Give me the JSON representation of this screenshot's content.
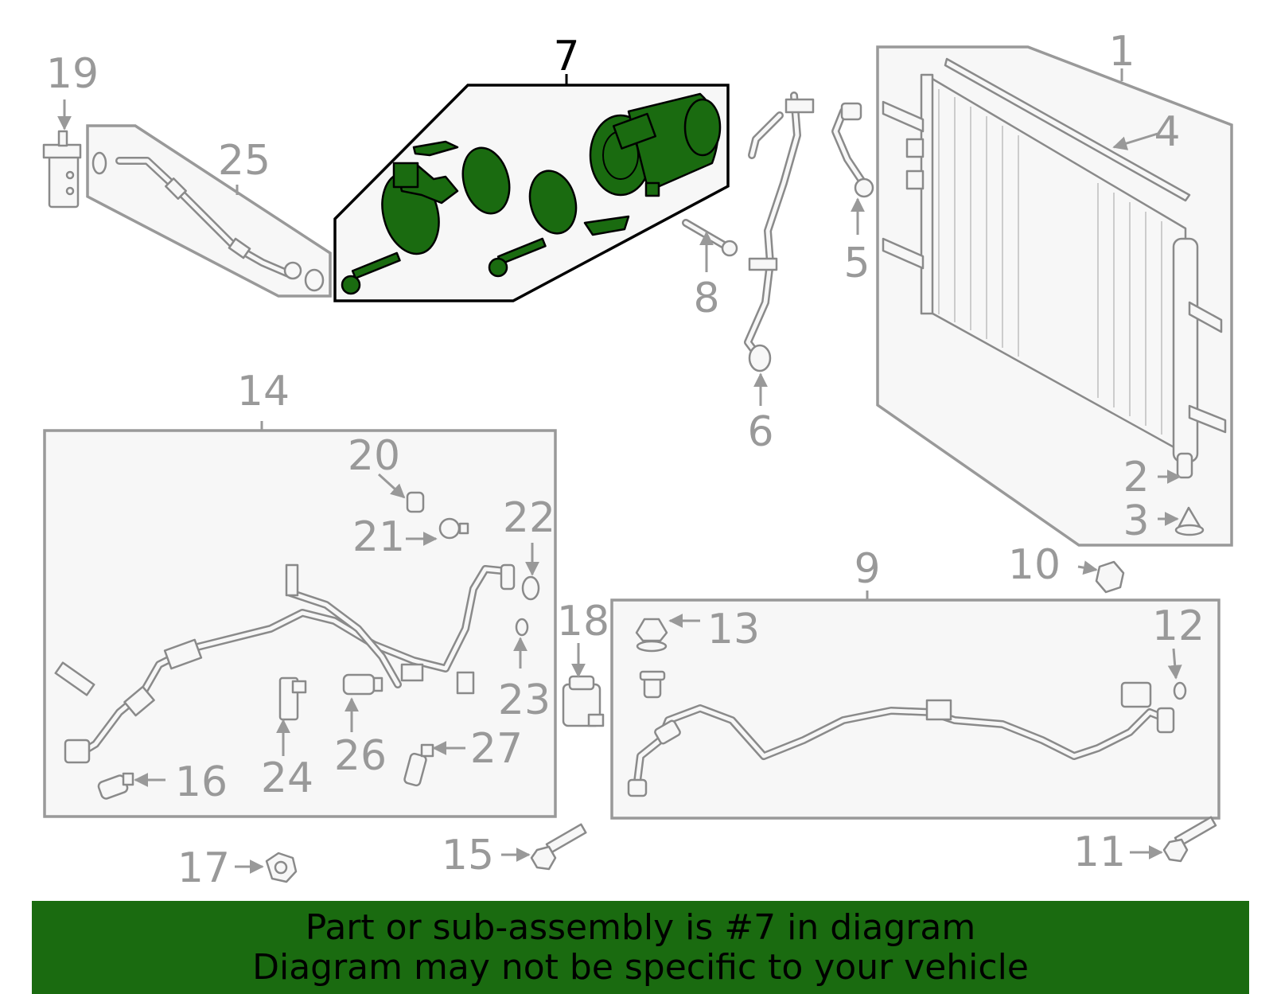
{
  "callouts": {
    "c1": "1",
    "c2": "2",
    "c3": "3",
    "c4": "4",
    "c5": "5",
    "c6": "6",
    "c7": "7",
    "c8": "8",
    "c9": "9",
    "c10": "10",
    "c11": "11",
    "c12": "12",
    "c13": "13",
    "c14": "14",
    "c15": "15",
    "c16": "16",
    "c17": "17",
    "c18": "18",
    "c19": "19",
    "c20": "20",
    "c21": "21",
    "c22": "22",
    "c23": "23",
    "c24": "24",
    "c25": "25",
    "c26": "26",
    "c27": "27"
  },
  "highlight": {
    "part_number": "7",
    "color": "#1a6b10"
  },
  "banner": {
    "line1": "Part or sub-assembly is #7 in diagram",
    "line2": "Diagram may not be specific to your vehicle"
  }
}
